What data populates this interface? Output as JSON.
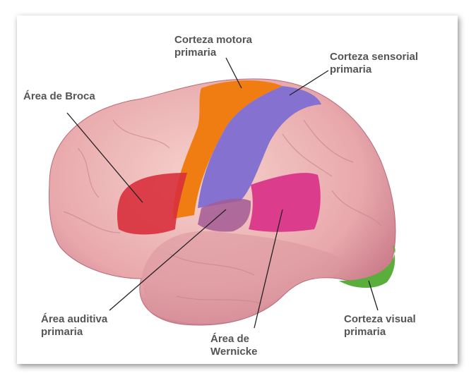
{
  "labels": {
    "motor": [
      "Corteza motora",
      "primaria"
    ],
    "sensory": [
      "Corteza sensorial",
      "primaria"
    ],
    "broca": [
      "Área de Broca"
    ],
    "auditory": [
      "Área auditiva",
      "primaria"
    ],
    "wernicke": [
      "Área de",
      "Wernicke"
    ],
    "visual": [
      "Corteza visual",
      "primaria"
    ]
  },
  "colors": {
    "brain": "#e9aeb0",
    "motor": "#f07d12",
    "sensory": "#8572d0",
    "broca": "#d8303c",
    "auditory": "#a35a95",
    "wernicke": "#dc3c8c",
    "visual": "#5aae3c"
  }
}
